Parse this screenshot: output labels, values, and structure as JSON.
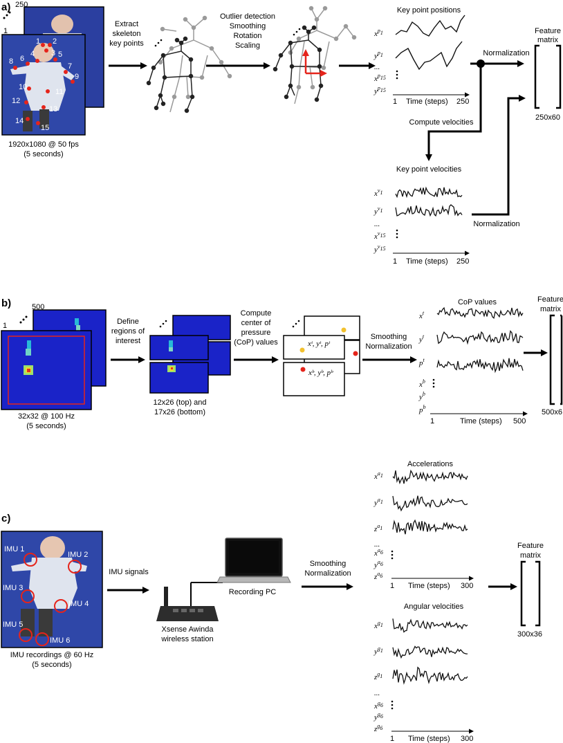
{
  "panels": {
    "a": {
      "label": "a)",
      "frame_top": "250",
      "frame_first": "1",
      "keypoint_numbers": [
        "1",
        "2",
        "3",
        "4",
        "5",
        "6",
        "7",
        "8",
        "9",
        "10",
        "11",
        "12",
        "13",
        "14",
        "15"
      ],
      "video_caption_line1": "1920x1080 @ 50 fps",
      "video_caption_line2": "(5 seconds)",
      "step1_lines": [
        "Extract",
        "skeleton",
        "key points"
      ],
      "step2_lines": [
        "Outlier detection",
        "Smoothing",
        "Rotation",
        "Scaling"
      ],
      "positions_title": "Key point positions",
      "pos_vars": {
        "x1_base": "x",
        "x1_sup": "p",
        "x1_sub": "1",
        "y1_base": "y",
        "y1_sup": "p",
        "y1_sub": "1",
        "ellipsis": "...",
        "x15_base": "x",
        "x15_sup": "p",
        "x15_sub": "15",
        "y15_base": "y",
        "y15_sup": "p",
        "y15_sub": "15"
      },
      "axis_start": "1",
      "axis_label": "Time (steps)",
      "axis_end": "250",
      "normalization_1": "Normalization",
      "compute_velocities": "Compute velocities",
      "velocities_title": "Key point velocities",
      "vel_vars": {
        "x1_base": "x",
        "x1_sup": "v",
        "x1_sub": "1",
        "y1_base": "y",
        "y1_sup": "v",
        "y1_sub": "1",
        "ellipsis": "...",
        "x15_base": "x",
        "x15_sup": "v",
        "x15_sub": "15",
        "y15_base": "y",
        "y15_sup": "v",
        "y15_sub": "15"
      },
      "vel_axis_start": "1",
      "vel_axis_label": "Time (steps)",
      "vel_axis_end": "250",
      "normalization_2": "Normalization",
      "feature_title_1": "Feature",
      "feature_title_2": "matrix",
      "feature_size": "250x60"
    },
    "b": {
      "label": "b)",
      "frame_top": "500",
      "frame_first": "1",
      "caption_line1": "32x32 @ 100 Hz",
      "caption_line2": "(5 seconds)",
      "step1_lines": [
        "Define",
        "regions of",
        "interest"
      ],
      "roi_caption_line1": "12x26 (top) and",
      "roi_caption_line2": "17x26 (bottom)",
      "step2_lines": [
        "Compute",
        "center of",
        "pressure",
        "(CoP) values"
      ],
      "top_vars": "xᵗ, yᵗ, pᵗ",
      "bottom_vars": "xᵇ, yᵇ, pᵇ",
      "step3_lines": [
        "Smoothing",
        "Normalization"
      ],
      "cop_title": "CoP values",
      "vars": {
        "xt_base": "x",
        "xt_sup": "t",
        "yt_base": "y",
        "yt_sup": "t",
        "pt_base": "p",
        "pt_sup": "t",
        "xb_base": "x",
        "xb_sup": "b",
        "yb_base": "y",
        "yb_sup": "b",
        "pb_base": "p",
        "pb_sup": "b"
      },
      "axis_start": "1",
      "axis_label": "Time (steps)",
      "axis_end": "500",
      "feature_title_1": "Feature",
      "feature_title_2": "matrix",
      "feature_size": "500x6"
    },
    "c": {
      "label": "c)",
      "imu_labels": [
        "IMU 1",
        "IMU 2",
        "IMU 3",
        "IMU 4",
        "IMU 5",
        "IMU 6"
      ],
      "caption_line1": "IMU recordings @ 60 Hz",
      "caption_line2": "(5 seconds)",
      "imu_signals": "IMU signals",
      "station_line1": "Xsense Awinda",
      "station_line2": "wireless station",
      "pc_label": "Recording PC",
      "step_lines": [
        "Smoothing",
        "Normalization"
      ],
      "acc_title": "Accelerations",
      "acc_vars": {
        "x1_base": "x",
        "x1_sup": "a",
        "x1_sub": "1",
        "y1_base": "y",
        "y1_sup": "a",
        "y1_sub": "1",
        "z1_base": "z",
        "z1_sup": "a",
        "z1_sub": "1",
        "ellipsis": "...",
        "x6_base": "x",
        "x6_sup": "a",
        "x6_sub": "6",
        "y6_base": "y",
        "y6_sup": "a",
        "y6_sub": "6",
        "z6_base": "z",
        "z6_sup": "a",
        "z6_sub": "6"
      },
      "acc_axis_start": "1",
      "acc_axis_label": "Time (steps)",
      "acc_axis_end": "300",
      "ang_title": "Angular velocities",
      "ang_vars": {
        "x1_base": "x",
        "x1_sup": "g",
        "x1_sub": "1",
        "y1_base": "y",
        "y1_sup": "g",
        "y1_sub": "1",
        "z1_base": "z",
        "z1_sup": "g",
        "z1_sub": "1",
        "ellipsis": "...",
        "x6_base": "x",
        "x6_sup": "g",
        "x6_sub": "6",
        "y6_base": "y",
        "y6_sup": "g",
        "y6_sub": "6",
        "z6_base": "z",
        "z6_sup": "g",
        "z6_sub": "6"
      },
      "ang_axis_start": "1",
      "ang_axis_label": "Time (steps)",
      "ang_axis_end": "300",
      "feature_title_1": "Feature",
      "feature_title_2": "matrix",
      "feature_size": "300x36"
    }
  },
  "colors": {
    "arrow": "#000000",
    "red_marker": "#e5241b",
    "heatmap_bg": "#1a23c8",
    "roi_box": "#e5241b",
    "cop_yellow": "#f2c12e",
    "skeleton_gray": "#9a9a9a"
  }
}
